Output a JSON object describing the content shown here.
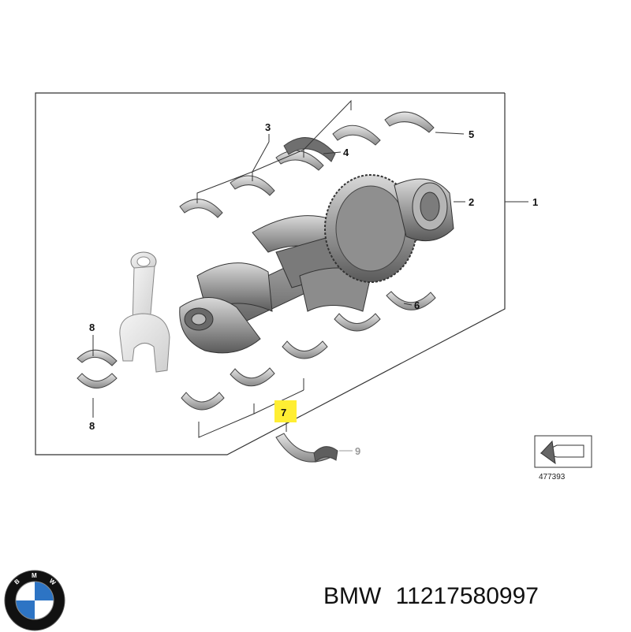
{
  "diagram": {
    "drawing_number": "477393",
    "callouts": {
      "c1": "1",
      "c2": "2",
      "c3": "3",
      "c4": "4",
      "c5": "5",
      "c6": "6",
      "c7": "7",
      "c8_top": "8",
      "c8_bottom": "8",
      "c9": "9"
    },
    "highlight_color": "#ffee33"
  },
  "caption": {
    "brand": "BMW",
    "part_number": "11217580997"
  },
  "logo": {
    "letters": [
      "B",
      "M",
      "W"
    ],
    "colors": {
      "blue": "#2d74c4",
      "white": "#ffffff",
      "ring": "#111111"
    }
  }
}
